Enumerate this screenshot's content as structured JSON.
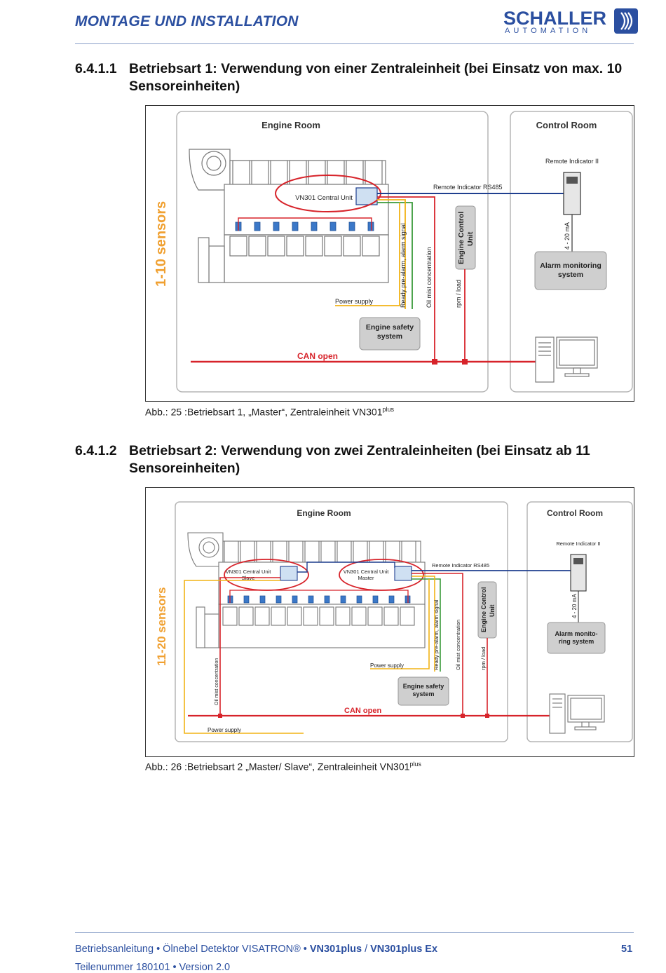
{
  "header": {
    "title": "MONTAGE UND INSTALLATION",
    "logo_word": "SCHALLER",
    "logo_sub": "AUTOMATION"
  },
  "section1": {
    "number": "6.4.1.1",
    "title": "Betriebsart 1: Verwendung von einer Zentraleinheit (bei Einsatz von max. 10 Sensoreinheiten)"
  },
  "figure1": {
    "engine_room": "Engine Room",
    "control_room": "Control Room",
    "remote_indicator_ii": "Remote Indicator II",
    "remote_indicator_rs485": "Remote Indicator RS485",
    "central_unit": "VN301 Central Unit",
    "sensors_label": "1-10 sensors",
    "ready_signal": "Ready pre-alarm, alarm signal",
    "oil_mist": "Oil mist concentration",
    "rpm_load": "rpm / load",
    "ecu_line1": "Engine Control",
    "ecu_line2": "Unit",
    "current_loop": "4 - 20 mA",
    "alarm_line1": "Alarm monitoring",
    "alarm_line2": "system",
    "power_supply": "Power supply",
    "safety_line1": "Engine safety",
    "safety_line2": "system",
    "can_open": "CAN open"
  },
  "caption1": {
    "label": "Abb.: 25 :",
    "text": "Betriebsart 1, „Master“, Zentraleinheit VN301",
    "sup": "plus"
  },
  "section2": {
    "number": "6.4.1.2",
    "title": "Betriebsart 2: Verwendung von zwei Zentraleinheiten (bei Einsatz ab 11 Sensoreinheiten)"
  },
  "figure2": {
    "engine_room": "Engine Room",
    "control_room": "Control Room",
    "remote_indicator_ii": "Remote Indicator II",
    "remote_indicator_rs485": "Remote Indicator RS485",
    "slave_line1": "VN301 Central Unit",
    "slave_line2": "Slave",
    "master_line1": "VN301 Central Unit",
    "master_line2": "Master",
    "sensors_label": "11-20 sensors",
    "ready_signal": "Ready pre-alarm, alarm signal",
    "oil_mist": "Oil mist concentration",
    "oil_mist_left": "Oil mist concentration",
    "rpm_load": "rpm / load",
    "ecu_line1": "Engine Control",
    "ecu_line2": "Unit",
    "current_loop": "4 - 20 mA",
    "alarm_line1": "Alarm monito-",
    "alarm_line2": "ring system",
    "power_supply": "Power supply",
    "power_supply_bottom": "Power supply",
    "safety_line1": "Engine safety",
    "safety_line2": "system",
    "can_open": "CAN open"
  },
  "caption2": {
    "label": "Abb.: 26 :",
    "text": "Betriebsart 2 „Master/ Slave“, Zentraleinheit VN301",
    "sup": "plus"
  },
  "footer": {
    "manual": "Betriebsanleitung • Ölnebel Detektor VISATRON® • ",
    "product": "VN301plus",
    "separator": " / ",
    "product_ex": "VN301plus Ex",
    "part": "Teilenummer 180101 • Version 2.0",
    "page": "51"
  },
  "colors": {
    "brand_blue": "#2b4fa0",
    "can_red": "#d7232a",
    "power_yellow": "#f2b315",
    "signal_green": "#3a9a3a",
    "rs485_blue": "#1f3f8f",
    "sensors_orange": "#f0a030"
  }
}
